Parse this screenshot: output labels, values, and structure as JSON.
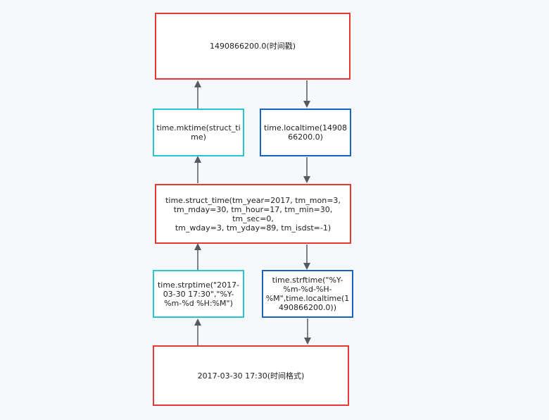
{
  "diagram": {
    "nodes": {
      "timestamp": "1490866200.0(时间戳)",
      "mktime": "time.mktime(struct_ti\nme)",
      "localtime": "time.localtime(14908\n66200.0)",
      "struct_time": "time.struct_time(tm_year=2017, tm_mon=3,\ntm_mday=30, tm_hour=17, tm_min=30, tm_sec=0,\ntm_wday=3, tm_yday=89, tm_isdst=-1)",
      "strptime": "time.strptime(\"2017-\n03-30 17:30\",\"%Y-\n%m-%d %H:%M\")",
      "strftime": "time.strftime(\"%Y-\n%m-%d-%H-\n%M\",time.localtime(1\n490866200.0))",
      "formatted": "2017-03-30 17:30(时间格式)"
    },
    "colors": {
      "red": "#e53935",
      "cyan": "#26c6d0",
      "blue": "#1565c0",
      "arrow": "#555a62"
    }
  }
}
